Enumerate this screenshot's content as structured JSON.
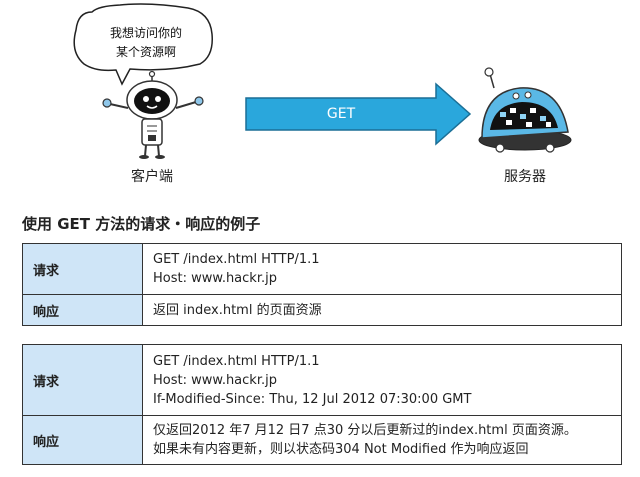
{
  "illustration": {
    "bubble_line1": "我想访问你的",
    "bubble_line2": "某个资源啊",
    "arrow_label": "GET",
    "client_caption": "客户端",
    "server_caption": "服务器",
    "colors": {
      "arrow": "#2aa7dc",
      "server_dome": "#5ab8e6",
      "label_bg": "#cfe5f7"
    }
  },
  "section_title": "使用 GET 方法的请求・响应的例子",
  "table1": {
    "request_label": "请求",
    "request_lines": [
      "GET /index.html HTTP/1.1",
      "Host: www.hackr.jp"
    ],
    "response_label": "响应",
    "response_lines": [
      "返回 index.html 的页面资源"
    ]
  },
  "table2": {
    "request_label": "请求",
    "request_lines": [
      "GET /index.html HTTP/1.1",
      "Host: www.hackr.jp",
      "If-Modified-Since: Thu, 12 Jul 2012 07:30:00 GMT"
    ],
    "response_label": "响应",
    "response_lines": [
      "仅返回2012 年7 月12 日7 点30 分以后更新过的index.html 页面资源。",
      "如果未有内容更新，则以状态码304 Not Modified 作为响应返回"
    ]
  }
}
